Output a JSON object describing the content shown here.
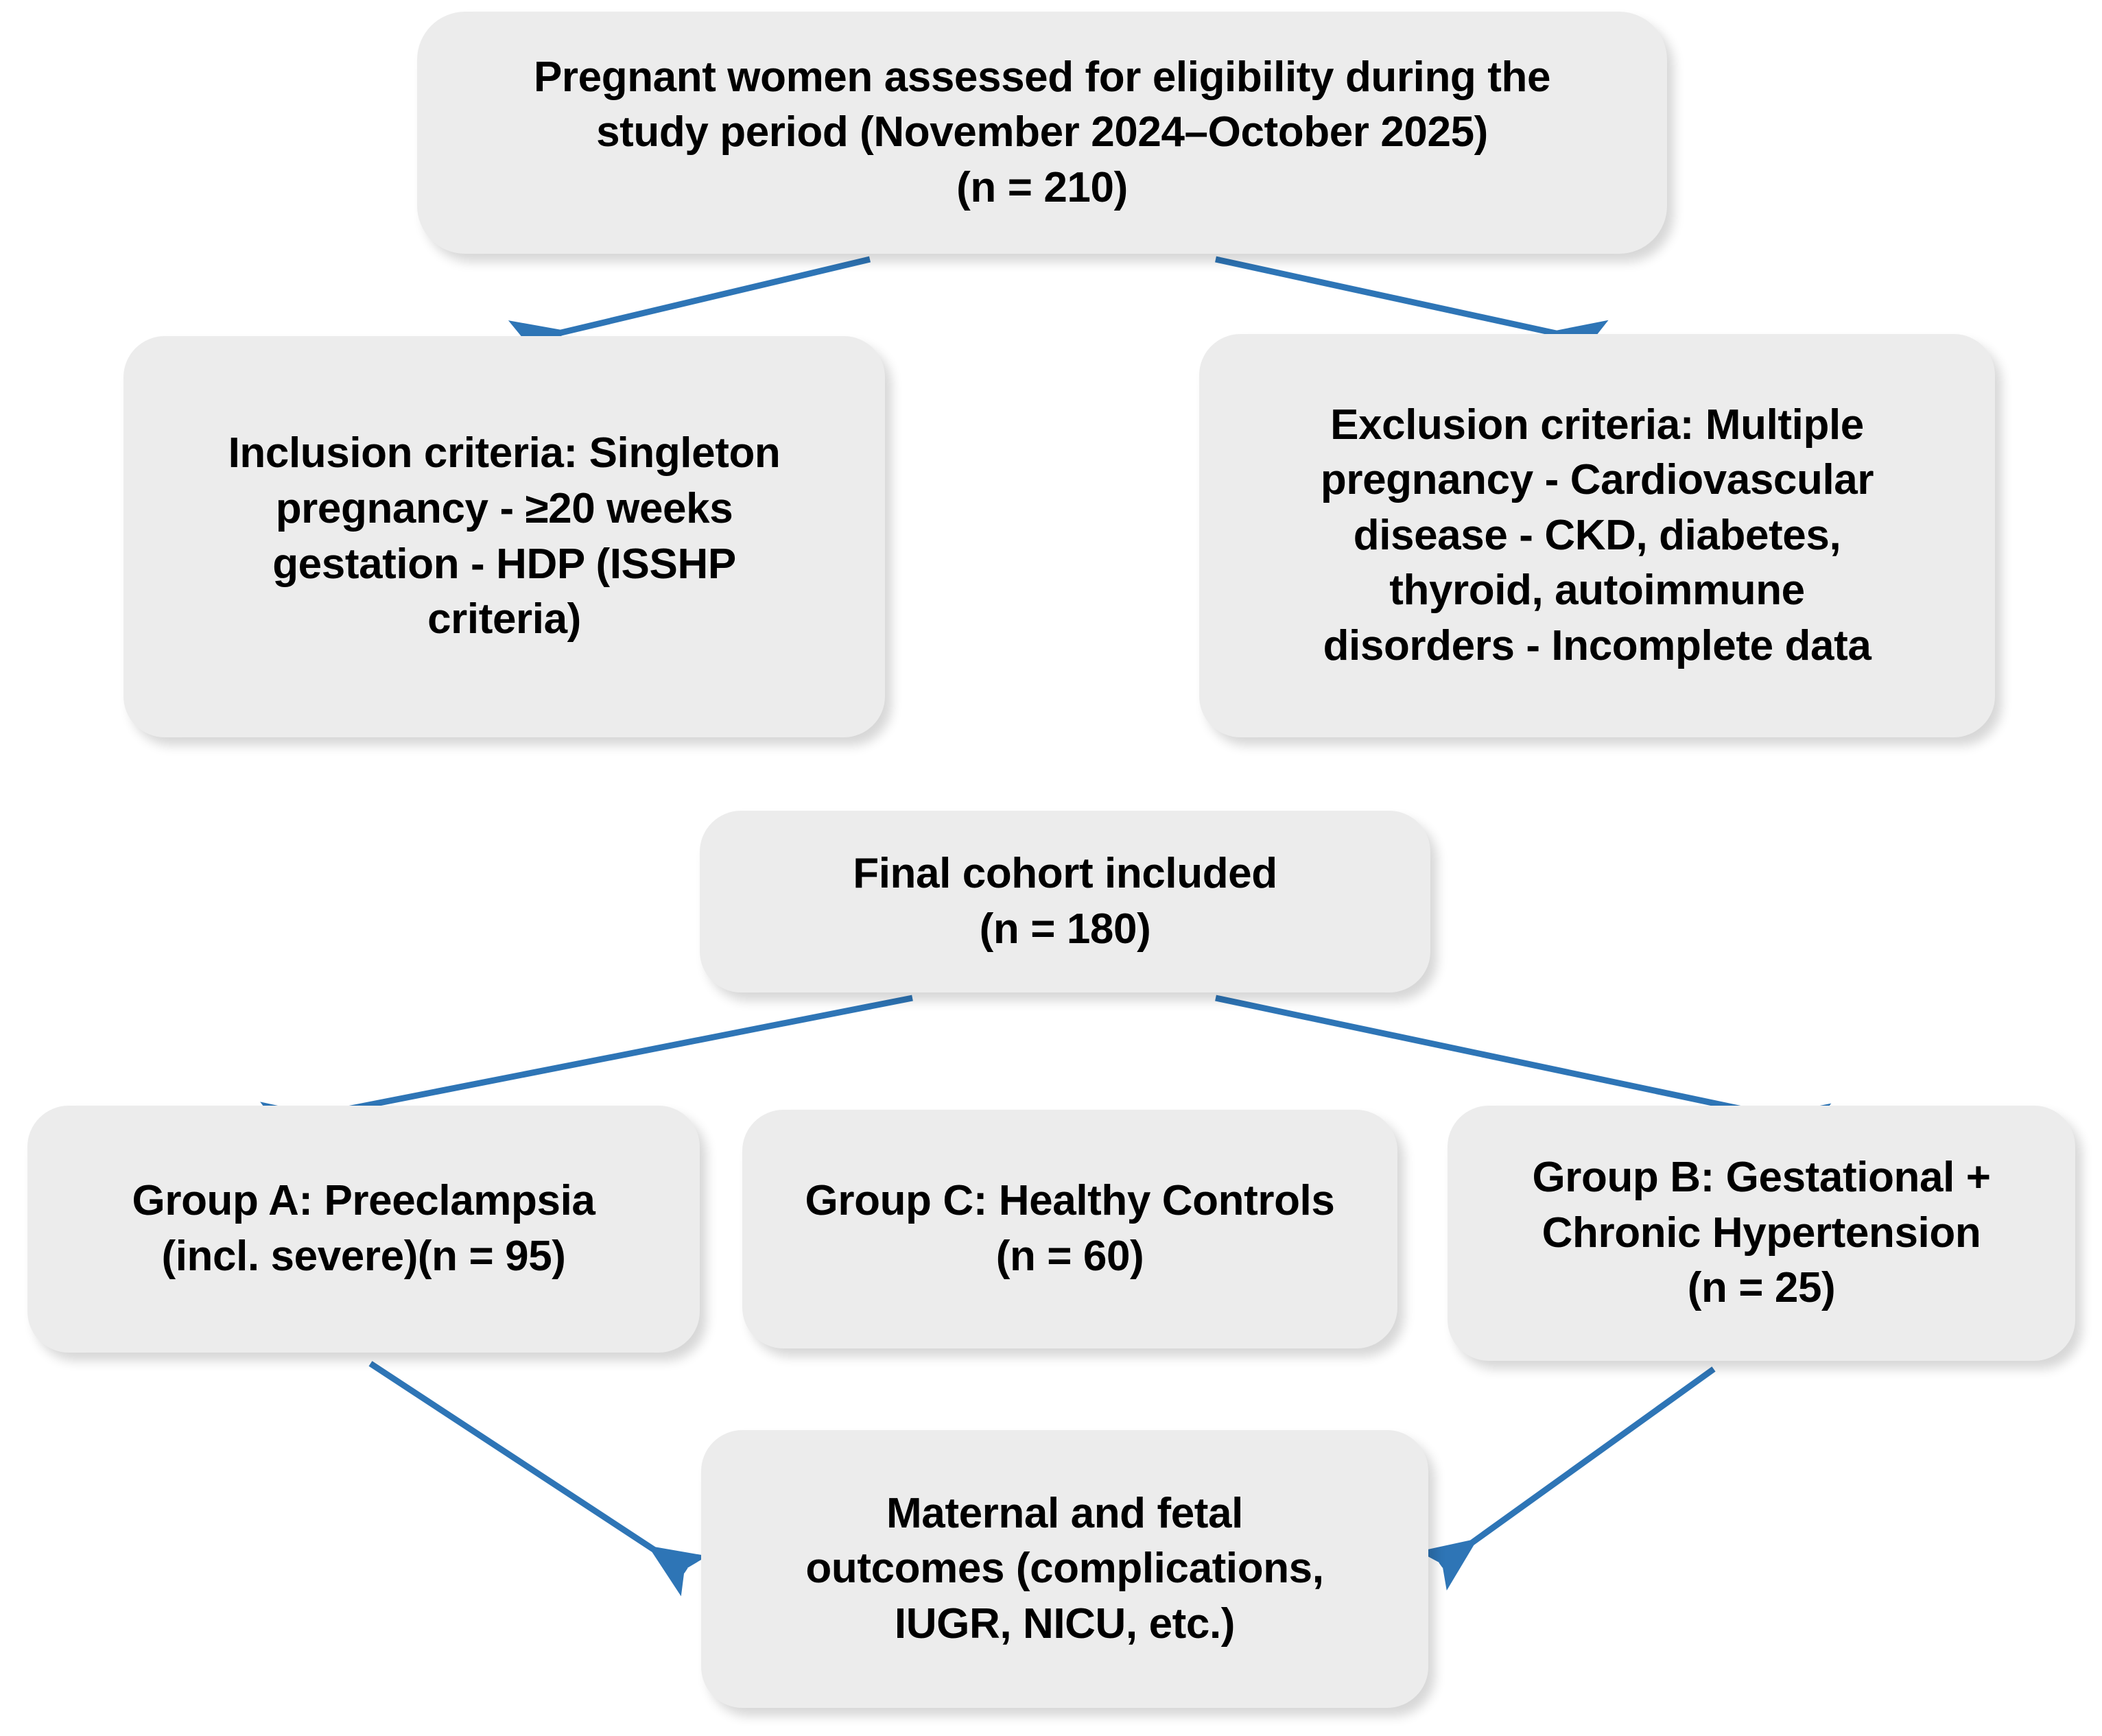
{
  "diagram": {
    "title": "Study flow diagram of pregnant women screening, grouping and outcomes",
    "type": "flowchart",
    "background_color": "#ffffff",
    "node_fill_color": "#ececec",
    "node_text_color": "#000000",
    "arrow_color": "#2E75B6"
  },
  "nodes": {
    "screened": {
      "id": "screened",
      "text": "Pregnant women assessed for eligibility during the\nstudy period (November 2024–October 2025)\n(n = 210)",
      "count_label": "(n = 210)",
      "count": 210
    },
    "inclusion": {
      "id": "inclusion",
      "text": "Inclusion criteria: Singleton\npregnancy - ≥20 weeks\ngestation - HDP (ISSHP\ncriteria)"
    },
    "exclusion": {
      "id": "exclusion",
      "text": "Exclusion criteria: Multiple\npregnancy - Cardiovascular\ndisease - CKD, diabetes,\nthyroid, autoimmune\ndisorders - Incomplete data"
    },
    "cohort": {
      "id": "cohort",
      "text": "Final cohort included\n(n = 180)",
      "count_label": "(n = 180)",
      "count": 180
    },
    "group_a": {
      "id": "group_a",
      "text": "Group A: Preeclampsia\n(incl. severe)(n = 95)",
      "count_label": "(n = 95)",
      "count": 95
    },
    "group_c": {
      "id": "group_c",
      "text": "Group C: Healthy Controls\n(n = 60)",
      "count_label": "(n = 60)",
      "count": 60
    },
    "group_b": {
      "id": "group_b",
      "text": "Group B: Gestational +\nChronic Hypertension\n(n = 25)",
      "count_label": "(n = 25)",
      "count": 25
    },
    "outcomes": {
      "id": "outcomes",
      "text": "Maternal and fetal\noutcomes (complications,\nIUGR, NICU, etc.)"
    }
  },
  "edges": [
    {
      "from": "screened",
      "to": "inclusion",
      "style": "solid-arrow"
    },
    {
      "from": "screened",
      "to": "exclusion",
      "style": "solid-arrow"
    },
    {
      "from": "cohort",
      "to": "group_a",
      "style": "solid-arrow"
    },
    {
      "from": "cohort",
      "to": "group_b",
      "style": "solid-arrow"
    },
    {
      "from": "group_a",
      "to": "outcomes",
      "style": "solid-arrow"
    },
    {
      "from": "group_b",
      "to": "outcomes",
      "style": "solid-arrow"
    }
  ]
}
